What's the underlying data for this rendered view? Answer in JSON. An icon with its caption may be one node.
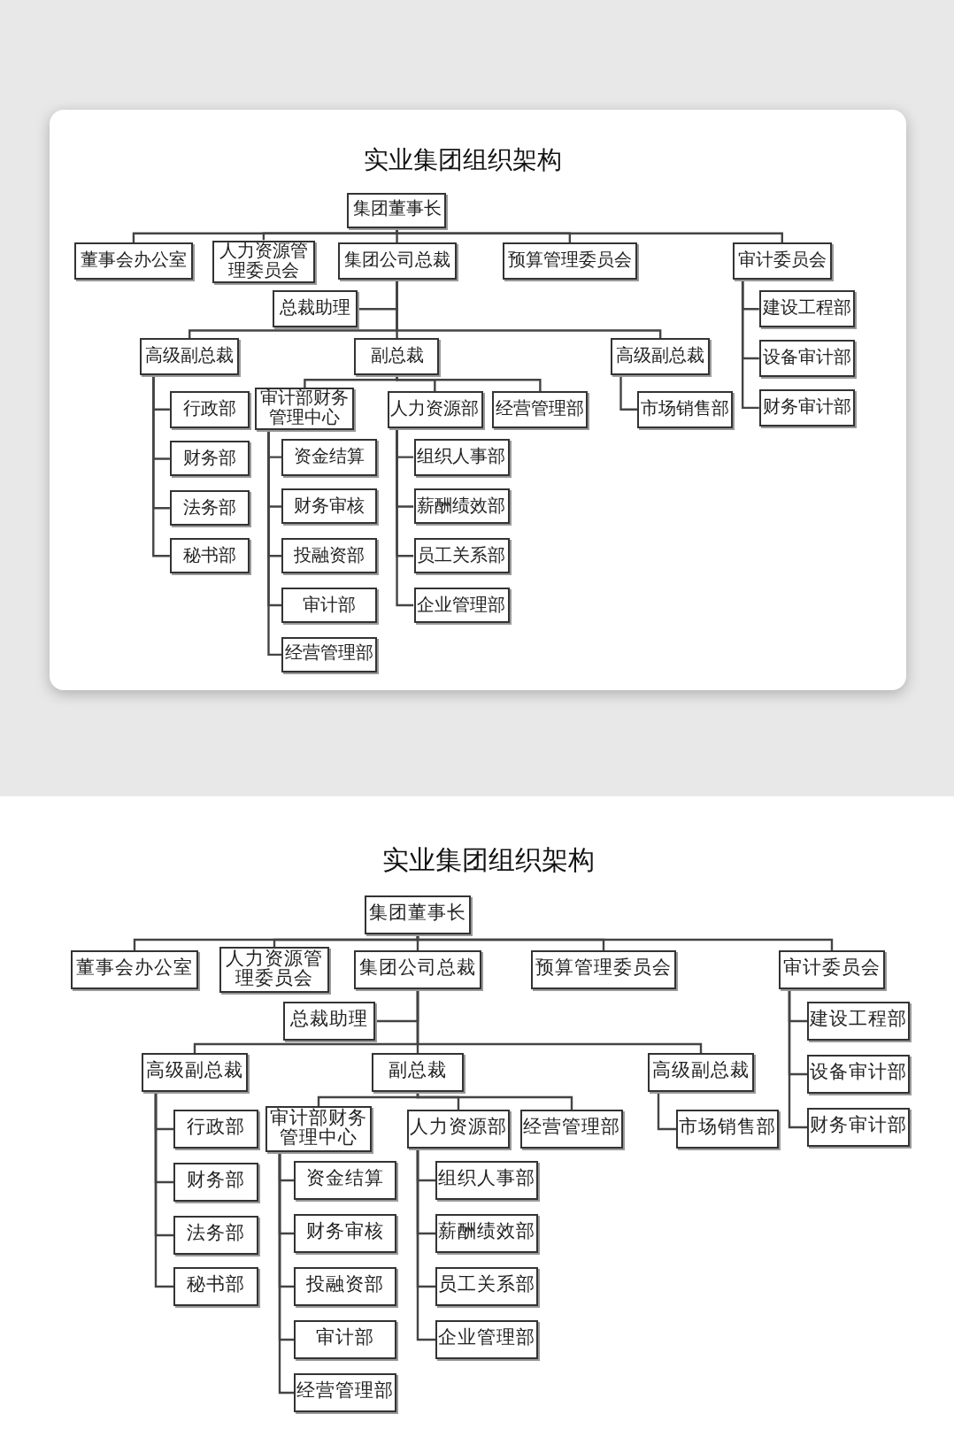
{
  "diagram": {
    "title": "实业集团组织架构",
    "labels": [
      "实业集团组织架构"
    ],
    "nodes": [
      {
        "text": [
          "集团董事长"
        ]
      },
      {
        "text": [
          "董事会办公室"
        ]
      },
      {
        "text": [
          "人力资源管理委员会"
        ]
      },
      {
        "text": [
          "集团公司总裁"
        ]
      },
      {
        "text": [
          "预算管理委员会"
        ]
      },
      {
        "text": [
          "审计委员会"
        ]
      },
      {
        "text": [
          "总裁助理"
        ]
      },
      {
        "text": [
          "高级副总裁"
        ]
      },
      {
        "text": [
          "副总裁"
        ]
      },
      {
        "text": [
          "高级副总裁"
        ]
      },
      {
        "text": [
          "建设工程部"
        ]
      },
      {
        "text": [
          "设备审计部"
        ]
      },
      {
        "text": [
          "财务审计部"
        ]
      },
      {
        "text": [
          "行政部"
        ]
      },
      {
        "text": [
          "财务部"
        ]
      },
      {
        "text": [
          "法务部"
        ]
      },
      {
        "text": [
          "秘书部"
        ]
      },
      {
        "text": [
          "审计部财务管理中心"
        ]
      },
      {
        "text": [
          "人力资源部"
        ]
      },
      {
        "text": [
          "经营管理部"
        ]
      },
      {
        "text": [
          "市场销售部"
        ]
      },
      {
        "text": [
          "资金结算"
        ]
      },
      {
        "text": [
          "财务审核"
        ]
      },
      {
        "text": [
          "投融资部"
        ]
      },
      {
        "text": [
          "审计部"
        ]
      },
      {
        "text": [
          "经营管理部"
        ]
      },
      {
        "text": [
          "组织人事部"
        ]
      },
      {
        "text": [
          "薪酬绩效部"
        ]
      },
      {
        "text": [
          "员工关系部"
        ]
      },
      {
        "text": [
          "企业管理部"
        ]
      },
      {
        "text": [
          "集团董事长"
        ]
      },
      {
        "text": [
          "董事会办公室"
        ]
      },
      {
        "text": [
          "人力资源管理委员会"
        ]
      },
      {
        "text": [
          "集团公司总裁"
        ]
      },
      {
        "text": [
          "预算管理委员会"
        ]
      },
      {
        "text": [
          "审计委员会"
        ]
      },
      {
        "text": [
          "总裁助理"
        ]
      },
      {
        "text": [
          "高级副总裁"
        ]
      },
      {
        "text": [
          "副总裁"
        ]
      },
      {
        "text": [
          "高级副总裁"
        ]
      },
      {
        "text": [
          "建设工程部"
        ]
      },
      {
        "text": [
          "设备审计部"
        ]
      },
      {
        "text": [
          "财务审计部"
        ]
      },
      {
        "text": [
          "行政部"
        ]
      },
      {
        "text": [
          "财务部"
        ]
      },
      {
        "text": [
          "法务部"
        ]
      },
      {
        "text": [
          "秘书部"
        ]
      },
      {
        "text": [
          "审计部财务管理中心"
        ]
      },
      {
        "text": [
          "人力资源部"
        ]
      },
      {
        "text": [
          "经营管理部"
        ]
      },
      {
        "text": [
          "市场销售部"
        ]
      },
      {
        "text": [
          "资金结算"
        ]
      },
      {
        "text": [
          "财务审核"
        ]
      },
      {
        "text": [
          "投融资部"
        ]
      },
      {
        "text": [
          "审计部"
        ]
      },
      {
        "text": [
          "经营管理部"
        ]
      },
      {
        "text": [
          "组织人事部"
        ]
      },
      {
        "text": [
          "薪酬绩效部"
        ]
      },
      {
        "text": [
          "员工关系部"
        ]
      },
      {
        "text": [
          "企业管理部"
        ]
      }
    ],
    "edges": [
      {
        "from": 0,
        "to": 1,
        "arrow": "none"
      },
      {
        "from": 0,
        "to": 2,
        "arrow": "none"
      },
      {
        "from": 0,
        "to": 3,
        "arrow": "none"
      },
      {
        "from": 0,
        "to": 4,
        "arrow": "none"
      },
      {
        "from": 0,
        "to": 5,
        "arrow": "none"
      },
      {
        "from": 3,
        "to": 6,
        "arrow": "none"
      },
      {
        "from": 3,
        "to": 7,
        "arrow": "none"
      },
      {
        "from": 3,
        "to": 8,
        "arrow": "none"
      },
      {
        "from": 3,
        "to": 9,
        "arrow": "none"
      },
      {
        "from": 5,
        "to": 10,
        "arrow": "none"
      },
      {
        "from": 5,
        "to": 11,
        "arrow": "none"
      },
      {
        "from": 5,
        "to": 12,
        "arrow": "none"
      },
      {
        "from": 7,
        "to": 13,
        "arrow": "none"
      },
      {
        "from": 7,
        "to": 14,
        "arrow": "none"
      },
      {
        "from": 7,
        "to": 15,
        "arrow": "none"
      },
      {
        "from": 7,
        "to": 16,
        "arrow": "none"
      },
      {
        "from": 8,
        "to": 17,
        "arrow": "none"
      },
      {
        "from": 8,
        "to": 18,
        "arrow": "none"
      },
      {
        "from": 8,
        "to": 19,
        "arrow": "none"
      },
      {
        "from": 9,
        "to": 20,
        "arrow": "none"
      },
      {
        "from": 17,
        "to": 21,
        "arrow": "none"
      },
      {
        "from": 17,
        "to": 22,
        "arrow": "none"
      },
      {
        "from": 17,
        "to": 23,
        "arrow": "none"
      },
      {
        "from": 17,
        "to": 24,
        "arrow": "none"
      },
      {
        "from": 17,
        "to": 25,
        "arrow": "none"
      },
      {
        "from": 18,
        "to": 26,
        "arrow": "none"
      },
      {
        "from": 18,
        "to": 27,
        "arrow": "none"
      },
      {
        "from": 18,
        "to": 28,
        "arrow": "none"
      },
      {
        "from": 18,
        "to": 29,
        "arrow": "none"
      },
      {
        "from": 30,
        "to": 31,
        "arrow": "none"
      },
      {
        "from": 30,
        "to": 32,
        "arrow": "none"
      },
      {
        "from": 30,
        "to": 33,
        "arrow": "none"
      },
      {
        "from": 30,
        "to": 34,
        "arrow": "none"
      },
      {
        "from": 30,
        "to": 35,
        "arrow": "none"
      },
      {
        "from": 33,
        "to": 36,
        "arrow": "none"
      },
      {
        "from": 33,
        "to": 37,
        "arrow": "none"
      },
      {
        "from": 33,
        "to": 38,
        "arrow": "none"
      },
      {
        "from": 33,
        "to": 39,
        "arrow": "none"
      },
      {
        "from": 35,
        "to": 40,
        "arrow": "none"
      },
      {
        "from": 35,
        "to": 41,
        "arrow": "none"
      },
      {
        "from": 35,
        "to": 42,
        "arrow": "none"
      },
      {
        "from": 37,
        "to": 43,
        "arrow": "none"
      },
      {
        "from": 37,
        "to": 44,
        "arrow": "none"
      },
      {
        "from": 37,
        "to": 45,
        "arrow": "none"
      },
      {
        "from": 37,
        "to": 46,
        "arrow": "none"
      },
      {
        "from": 38,
        "to": 47,
        "arrow": "none"
      },
      {
        "from": 38,
        "to": 48,
        "arrow": "none"
      },
      {
        "from": 38,
        "to": 49,
        "arrow": "none"
      },
      {
        "from": 39,
        "to": 50,
        "arrow": "none"
      },
      {
        "from": 47,
        "to": 51,
        "arrow": "none"
      },
      {
        "from": 47,
        "to": 52,
        "arrow": "none"
      },
      {
        "from": 47,
        "to": 53,
        "arrow": "none"
      },
      {
        "from": 47,
        "to": 54,
        "arrow": "none"
      },
      {
        "from": 47,
        "to": 55,
        "arrow": "none"
      },
      {
        "from": 48,
        "to": 56,
        "arrow": "none"
      },
      {
        "from": 48,
        "to": 57,
        "arrow": "none"
      },
      {
        "from": 48,
        "to": 58,
        "arrow": "none"
      },
      {
        "from": 48,
        "to": 59,
        "arrow": "none"
      }
    ]
  }
}
